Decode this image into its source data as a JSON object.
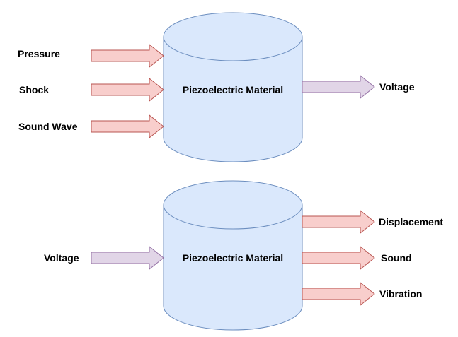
{
  "colors": {
    "cylinder_fill": "#dae8fc",
    "cylinder_stroke": "#6c8ebf",
    "red_arrow_fill": "#f8cecc",
    "red_arrow_stroke": "#b85450",
    "purple_arrow_fill": "#e1d5e7",
    "purple_arrow_stroke": "#9673a6"
  },
  "top_diagram": {
    "material_label": "Piezoelectric Material",
    "inputs": [
      "Pressure",
      "Shock",
      "Sound Wave"
    ],
    "output": "Voltage"
  },
  "bottom_diagram": {
    "material_label": "Piezoelectric Material",
    "input": "Voltage",
    "outputs": [
      "Displacement",
      "Sound",
      "Vibration"
    ]
  }
}
